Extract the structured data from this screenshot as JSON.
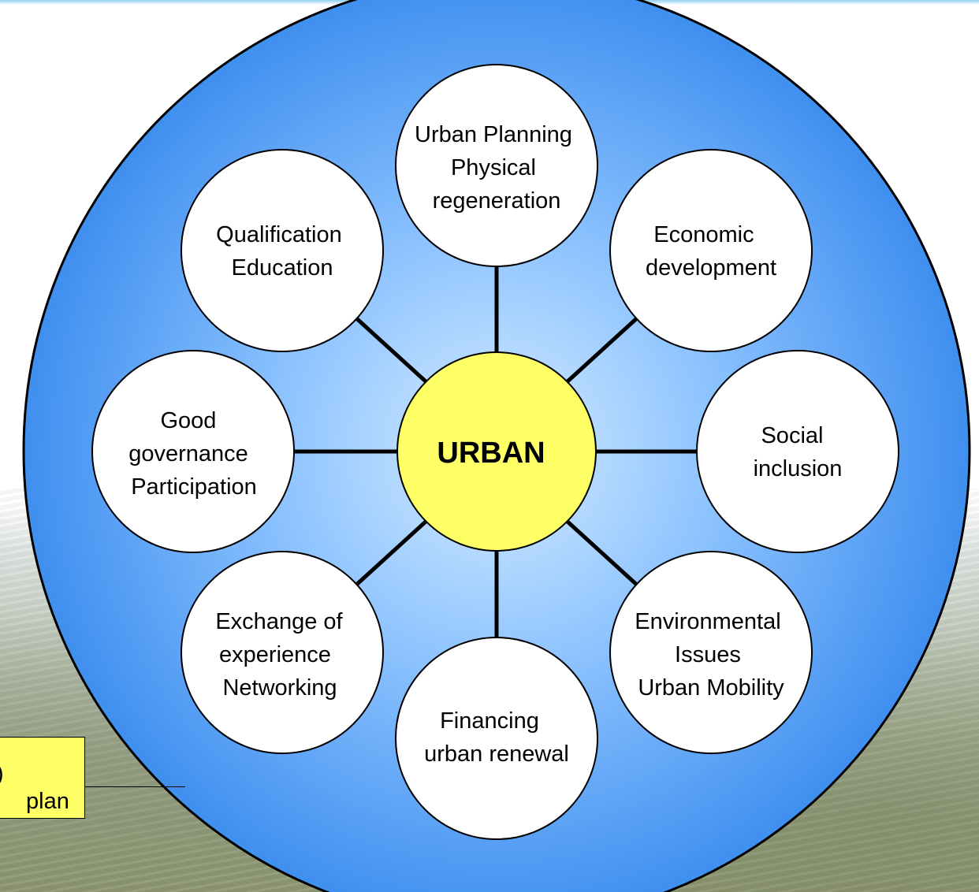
{
  "hub": {
    "label": "URBAN"
  },
  "nodes": [
    {
      "id": "top",
      "lines": [
        "Urban Planning",
        "Physical",
        "regeneration"
      ]
    },
    {
      "id": "top-right",
      "lines": [
        "Economic",
        "development"
      ]
    },
    {
      "id": "right",
      "lines": [
        "Social",
        "inclusion"
      ]
    },
    {
      "id": "bottom-right",
      "lines": [
        "Environmental",
        "Issues",
        "Urban Mobility"
      ]
    },
    {
      "id": "bottom",
      "lines": [
        "Financing",
        "urban renewal"
      ]
    },
    {
      "id": "bottom-left",
      "lines": [
        "Exchange of",
        "experience",
        "Networking"
      ]
    },
    {
      "id": "left",
      "lines": [
        "Good",
        "governance",
        "Participation"
      ]
    },
    {
      "id": "top-left",
      "lines": [
        "Qualification",
        "Education"
      ]
    }
  ],
  "callout": {
    "line1": "t)",
    "line2": "plan"
  },
  "colors": {
    "outer_circle": "#3f8ff0",
    "outer_circle_center": "#cfe8ff",
    "hub_fill": "#ffff66",
    "node_fill": "#ffffff",
    "stroke": "#000000",
    "callout_fill": "#ffff66"
  }
}
